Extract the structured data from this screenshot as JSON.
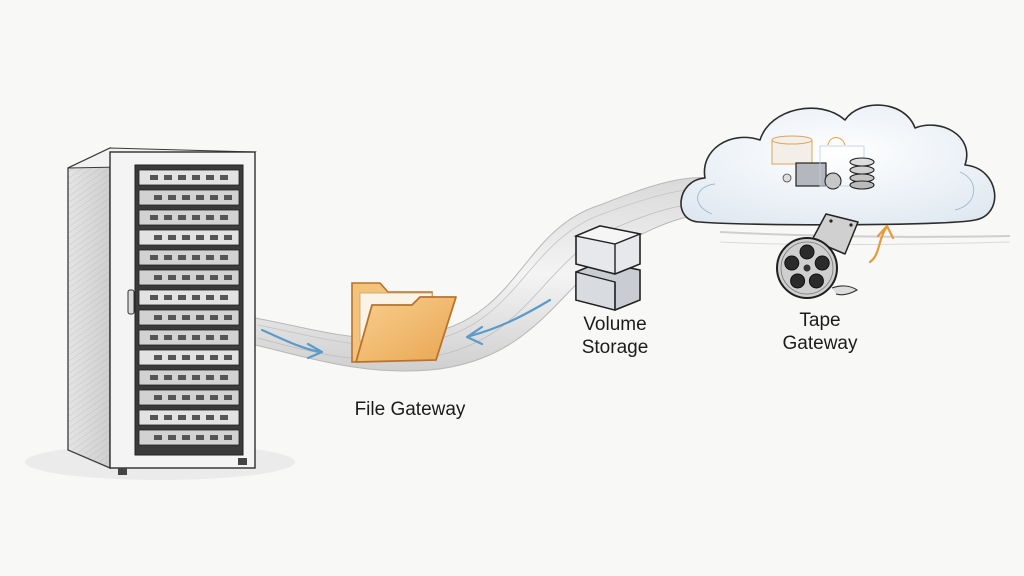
{
  "diagram": {
    "type": "hybrid-storage-gateway-sketch",
    "nodes": [
      {
        "id": "on-premises-server-rack",
        "icon": "server-rack-icon"
      },
      {
        "id": "file-gateway",
        "icon": "folder-icon",
        "label": "File Gateway"
      },
      {
        "id": "volume-storage",
        "icon": "stacked-cubes-icon",
        "label_line1": "Volume",
        "label_line2": "Storage"
      },
      {
        "id": "tape-gateway",
        "icon": "film-reel-icon",
        "label_line1": "Tape",
        "label_line2": "Gateway"
      },
      {
        "id": "cloud",
        "icon": "cloud-icon",
        "contents": [
          "database-icon",
          "storage-box-icon",
          "disk-stack-icon"
        ]
      }
    ],
    "edges": [
      {
        "from": "on-premises-server-rack",
        "to": "file-gateway",
        "arrow": "blue"
      },
      {
        "from": "volume-storage",
        "to": "file-gateway",
        "arrow": "blue"
      },
      {
        "from": "tape-gateway",
        "to": "cloud",
        "arrow": "orange"
      }
    ],
    "colors": {
      "folder": "#f0b866",
      "folder_outline": "#b9732a",
      "arrow_blue": "#5a9bc9",
      "arrow_orange": "#e59a3c",
      "cloud_fill": "#eef3f8",
      "sketch_ink": "#2a2a2a"
    }
  },
  "labels": {
    "file_gateway": "File Gateway",
    "volume_line1": "Volume",
    "volume_line2": "Storage",
    "tape_line1": "Tape",
    "tape_line2": "Gateway"
  }
}
